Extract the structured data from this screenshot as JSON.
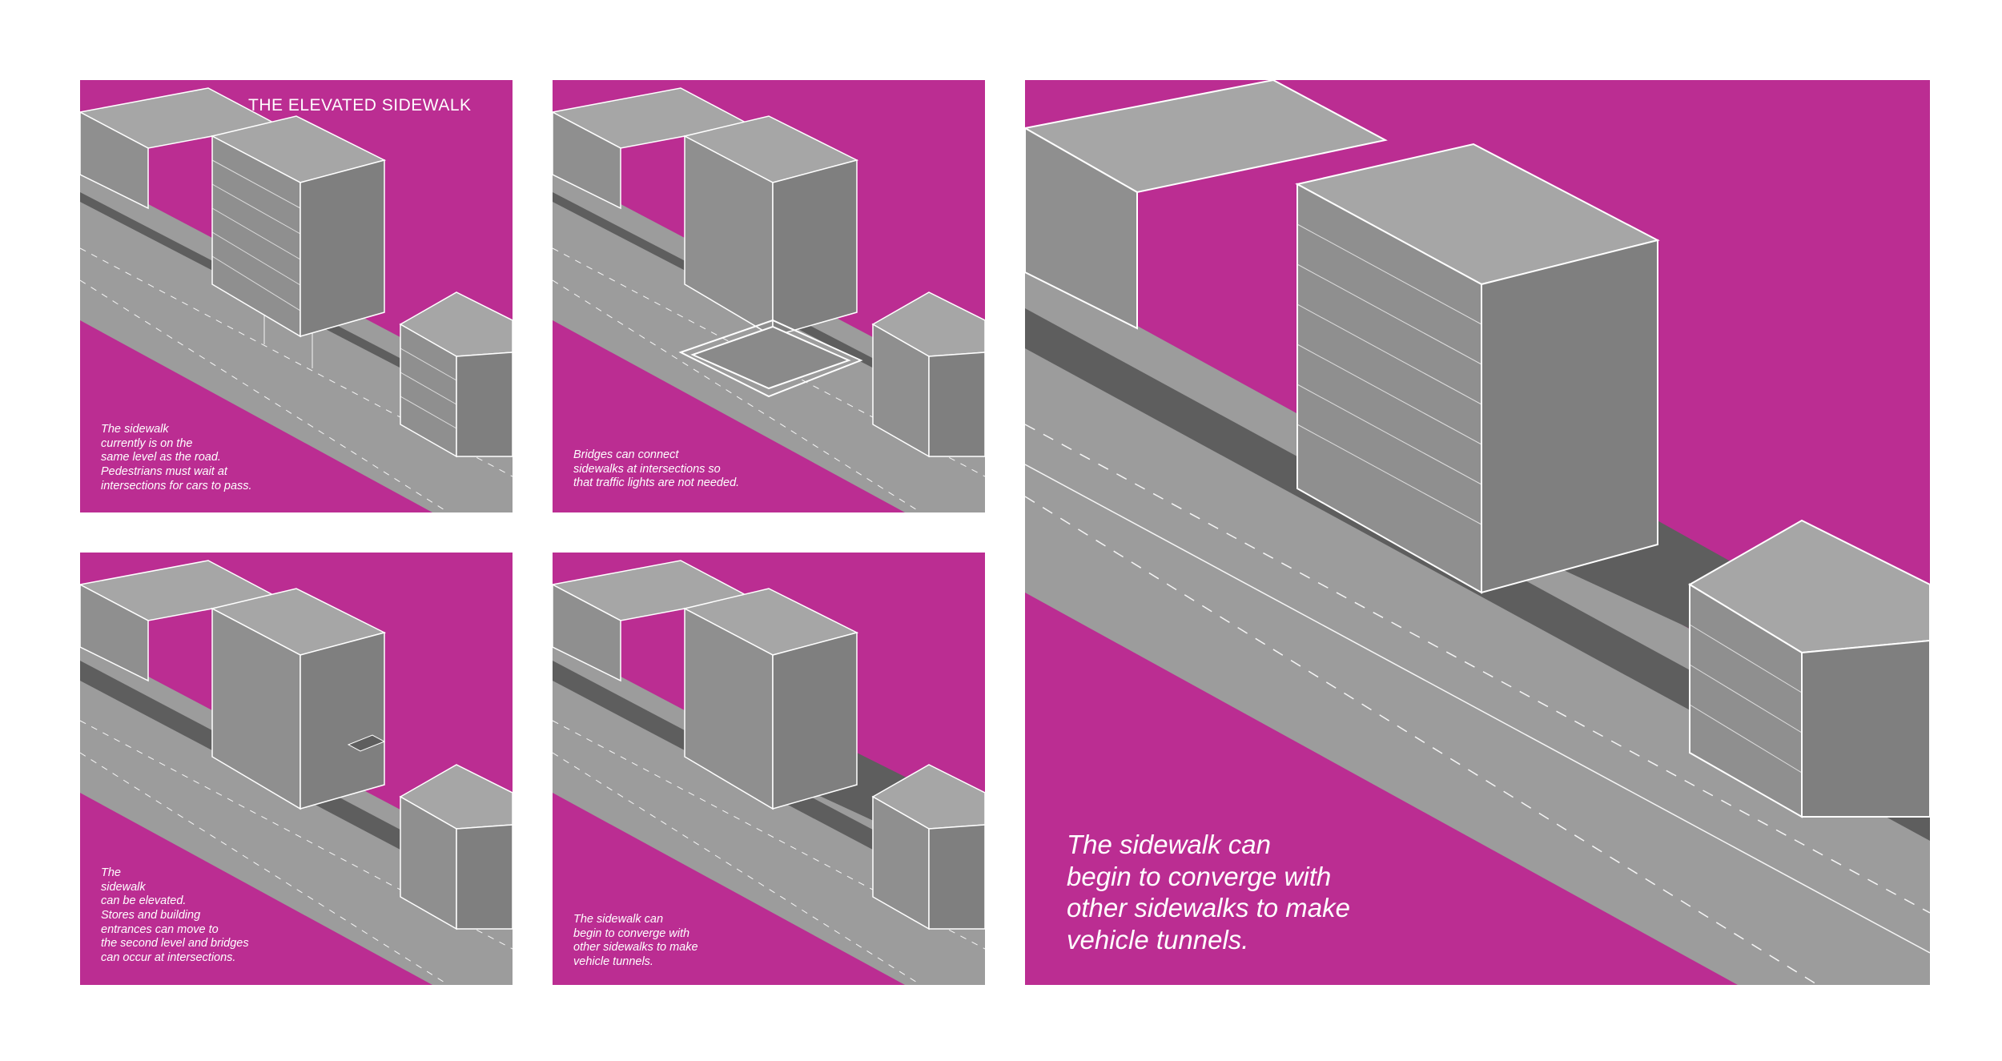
{
  "title": "THE ELEVATED SIDEWALK",
  "colors": {
    "magenta": "#bb2d92",
    "road": "#9c9c9c",
    "building_top": "#a6a6a6",
    "building_face": "#8f8f8f",
    "sidewalk_dark": "#5e5e5e",
    "line": "#ffffff"
  },
  "panels": [
    {
      "caption": "The sidewalk\ncurrently is on the\nsame level as the road.\nPedestrians must wait at\nintersections for cars to pass."
    },
    {
      "caption": "Bridges can connect\nsidewalks at intersections so\nthat traffic lights are not needed."
    },
    {
      "caption": "The\nsidewalk\ncan be elevated.\nStores and building\nentrances can move to\nthe second level and bridges\ncan occur at intersections."
    },
    {
      "caption": "The sidewalk can\nbegin to converge with\nother sidewalks to make\nvehicle tunnels."
    },
    {
      "caption": "The sidewalk can\nbegin to converge with\nother sidewalks to make\nvehicle tunnels."
    }
  ]
}
